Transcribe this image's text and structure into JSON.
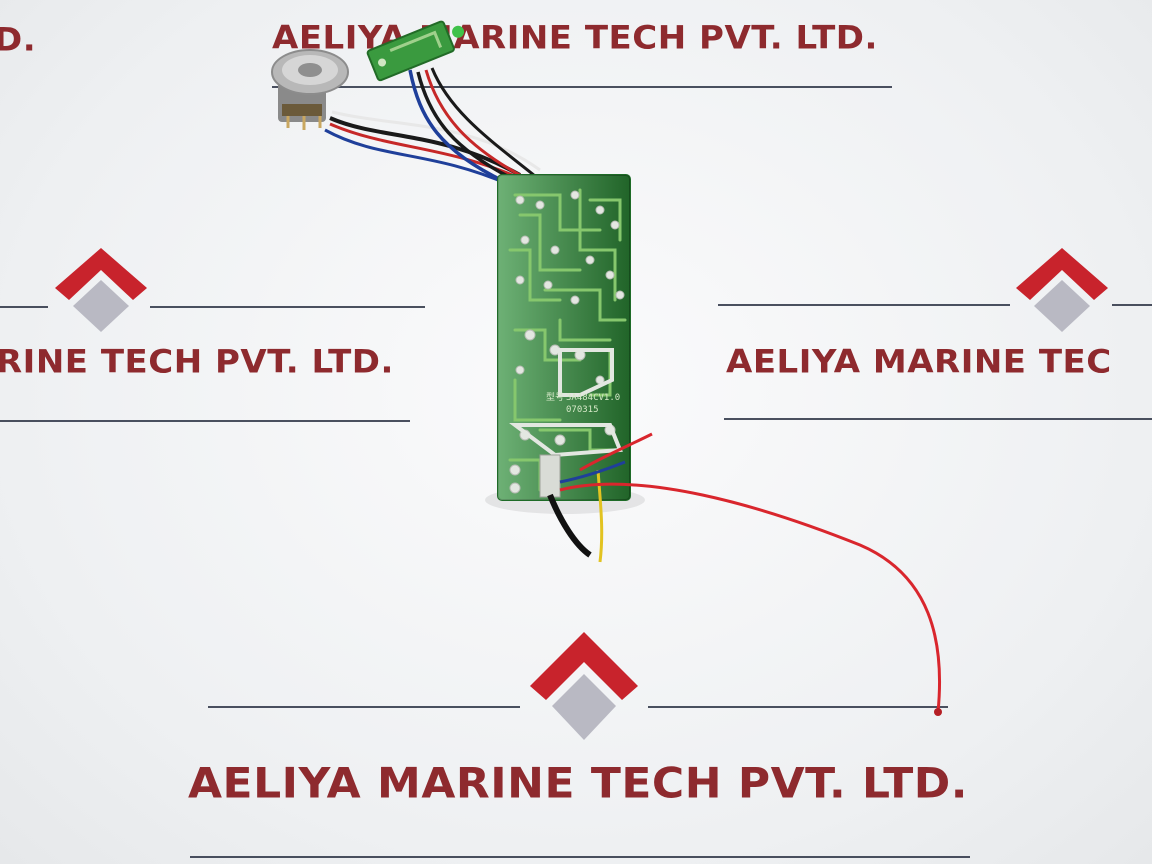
{
  "watermark": {
    "company": "AELIYA MARINE TECH PVT. LTD.",
    "fragment_top_left": "D.",
    "fragment_mid_left": "RINE TECH PVT. LTD.",
    "fragment_mid_right": "AELIYA MARINE TEC",
    "brand_red": "#c8232c",
    "brand_grey": "#b9b9c3",
    "text_color": "#8e2a2e",
    "line_color": "#2b3344"
  },
  "pcb": {
    "label_line1": "3A484CV1.0",
    "label_line2": "070315",
    "label_prefix": "型号",
    "board_color": "#2f8f3a"
  }
}
